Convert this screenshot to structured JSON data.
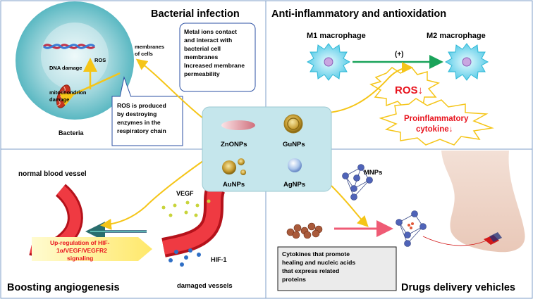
{
  "quadrants": {
    "top_left": {
      "title": "Bacterial infection",
      "bacteria_label": "Bacteria",
      "dna_damage": "DNA damage",
      "ros": "ROS",
      "mitochondrion": [
        "mitochondrion",
        "damage"
      ],
      "membranes": [
        "membranes",
        "of cells"
      ],
      "metal_ions_box": [
        "Metal ions contact",
        "and interact with",
        "bacterial cell",
        "membranes",
        "Increased membrane",
        "permeability"
      ],
      "ros_box": [
        "ROS is produced",
        "by destroying",
        "enzymes in the",
        "respiratory chain"
      ]
    },
    "top_right": {
      "title": "Anti-inflammatory and antioxidation",
      "m1": "M1 macrophage",
      "m2": "M2 macrophage",
      "plus": "(+)",
      "ros_down": "ROS↓",
      "proinflammatory": [
        "Proinflammatory",
        "cytokine↓"
      ]
    },
    "bottom_left": {
      "title": "Boosting angiogenesis",
      "normal_vessel": "normal blood vessel",
      "damaged_vessels": "damaged vessels",
      "vegf": "VEGF",
      "hif": "HIF-1",
      "upregulation": [
        "Up-regulation of HIF-",
        "1α/VEGF/VEGFR2",
        "signaling"
      ]
    },
    "bottom_right": {
      "title": "Drugs delivery vehicles",
      "mnps": "MNPs",
      "cytokines_box": [
        "Cytokines that promote",
        "healing and nucleic acids",
        "that express related",
        "proteins"
      ]
    }
  },
  "center": {
    "nanoparticles": [
      "ZnONPs",
      "GuNPs",
      "AuNPs",
      "AgNPs"
    ]
  },
  "colors": {
    "divider": "#7f9fc8",
    "arrow_yellow": "#f5c518",
    "green_arrow": "#1aa35a",
    "red_text": "#e8141e",
    "pink_arrow": "#ef5b75",
    "center_box": "#c5e6ec"
  }
}
